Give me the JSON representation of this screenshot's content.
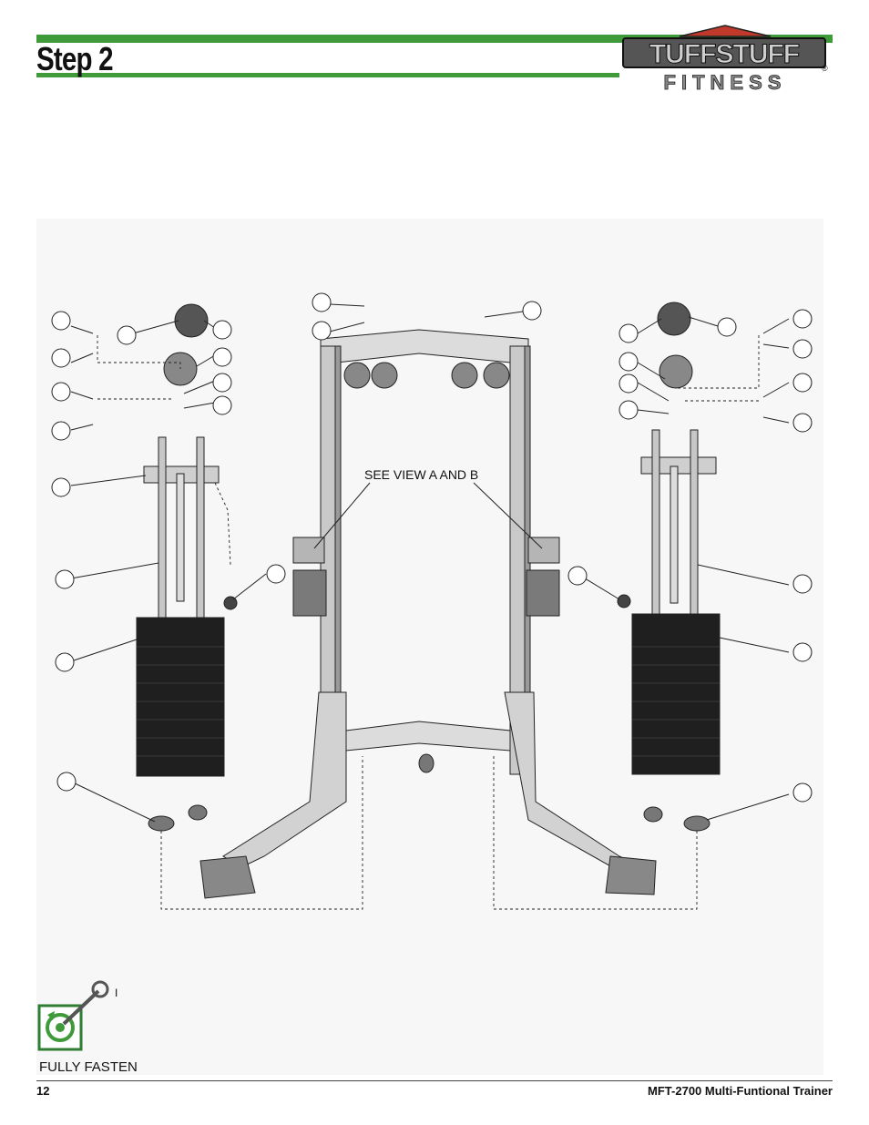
{
  "header": {
    "title": "Step 2",
    "brand": {
      "wordmark": "TUFFSTUFF",
      "sub": "FITNESS",
      "mark": "®"
    },
    "accent_color": "#3f9a3a"
  },
  "diagram": {
    "callout_text": "SEE VIEW A AND B",
    "background": "#f7f7f7"
  },
  "fasten": {
    "icon": "wrench-fasten-icon",
    "mark": "I",
    "label": "FULLY FASTEN"
  },
  "footer": {
    "page_number": "12",
    "document_title": "MFT-2700 Multi-Funtional Trainer"
  }
}
